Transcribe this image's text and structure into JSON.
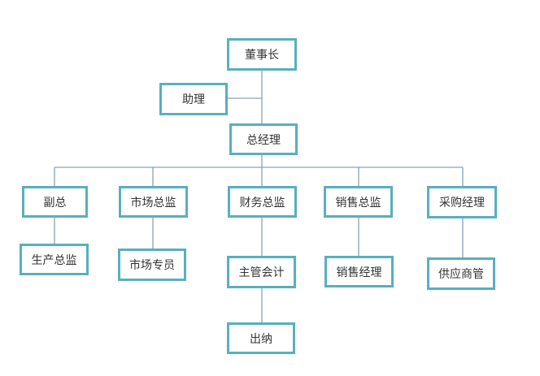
{
  "org_chart": {
    "nodes": {
      "chairman": "董事长",
      "assistant": "助理",
      "general_manager": "总经理",
      "vice_president": "副总",
      "marketing_director": "市场总监",
      "finance_director": "财务总监",
      "sales_director": "销售总监",
      "purchasing_manager": "采购经理",
      "production_director": "生产总监",
      "marketing_specialist": "市场专员",
      "chief_accountant": "主管会计",
      "sales_manager": "销售经理",
      "supplier_manager": "供应商管",
      "cashier": "出纳"
    },
    "border_color": "#58b0bc",
    "line_color": "#8aa2b8"
  }
}
